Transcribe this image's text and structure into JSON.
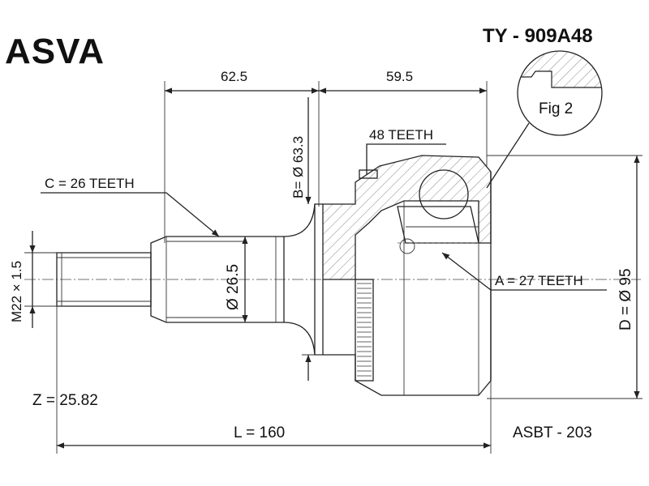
{
  "brand": "ASVA",
  "part_number": "TY - 909A48",
  "fig_label": "Fig 2",
  "dims": {
    "d625": "62.5",
    "d595": "59.5",
    "teeth48": "48 TEETH",
    "b633": "B= Ø 63.3",
    "c26": "C = 26 TEETH",
    "m22": "M22 × 1.5",
    "d265": "Ø 26.5",
    "a27": "A = 27 TEETH",
    "d95": "D = Ø 95",
    "z": "Z = 25.82",
    "l160": "L = 160",
    "asbt": "ASBT - 203"
  }
}
